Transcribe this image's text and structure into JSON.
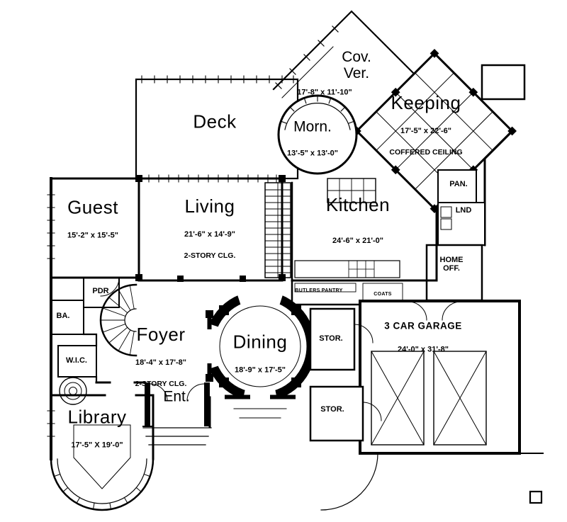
{
  "palette": {
    "ink": "#000000",
    "paper": "#ffffff"
  },
  "rooms": {
    "cov_ver": {
      "name": "Cov.\nVer.",
      "dims": "17'-8\" x 11'-10\""
    },
    "keeping": {
      "name": "Keeping",
      "dims": "17'-5\" x 22'-6\"",
      "note": "COFFERED CEILING"
    },
    "deck": {
      "name": "Deck"
    },
    "morn": {
      "name": "Morn.",
      "dims": "13'-5\" x 13'-0\""
    },
    "guest": {
      "name": "Guest",
      "dims": "15'-2\" x 15'-5\""
    },
    "living": {
      "name": "Living",
      "dims": "21'-6\" x 14'-9\"",
      "note": "2-STORY CLG."
    },
    "kitchen": {
      "name": "Kitchen",
      "dims": "24'-6\" x 21'-0\""
    },
    "pantry": {
      "name": "PAN."
    },
    "laundry": {
      "name": "LND"
    },
    "home_office": {
      "name": "HOME\nOFF."
    },
    "powder": {
      "name": "PDR"
    },
    "bath": {
      "name": "BA."
    },
    "wic": {
      "name": "W.I.C."
    },
    "foyer": {
      "name": "Foyer",
      "dims": "18'-4\" x 17'-8\"",
      "note": "2-STORY CLG."
    },
    "dining": {
      "name": "Dining",
      "dims": "18'-9\" x 17'-5\""
    },
    "storage1": {
      "name": "STOR."
    },
    "garage": {
      "name": "3 CAR GARAGE",
      "dims": "24'-0\" x 31'-8\""
    },
    "storage2": {
      "name": "STOR."
    },
    "entry": {
      "name": "Ent."
    },
    "library": {
      "name": "Library",
      "dims": "17'-5\" X 19'-0\""
    },
    "butlers_pantry": {
      "name": "BUTLERS PANTRY"
    },
    "coats": {
      "name": "COATS"
    }
  }
}
